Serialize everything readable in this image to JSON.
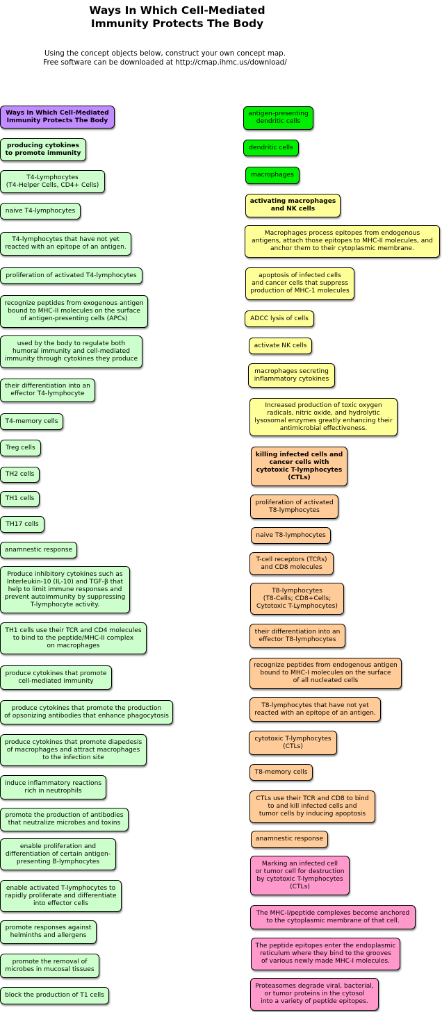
{
  "title": "Ways In Which Cell-Mediated\nImmunity Protects The Body",
  "subtitle": "Using the concept objects below, construct your own concept map.\nFree software can be downloaded at http://cmap.ihmc.us/download/",
  "colors": {
    "purple": "#c08cff",
    "light_green": "#ccffcc",
    "green": "#00ee00",
    "yellow": "#ffff99",
    "orange": "#ffcc99",
    "pink": "#ff99cc"
  },
  "left_column": [
    "Ways In Which Cell-Mediated\nImmunity Protects The Body",
    "producing cytokines\nto promote immunity",
    "T4-Lymphocytes\n(T4-Helper Cells, CD4+ Cells)",
    "naive T4-lymphocytes",
    "T4-lymphocytes that have not yet\nreacted with an epitope of an antigen.",
    "proliferation of activated T4-lymphocytes",
    "recognize peptides from exogenous antigen\nbound to MHC-II molecules on the surface\nof antigen-presenting cells (APCs)",
    "used by the body to regulate both\nhumoral immunity and cell-mediated\nimmunity through cytokines they produce",
    "their differentiation into an\neffector T4-lymphocyte",
    "T4-memory cells",
    "Treg cells",
    "TH2 cells",
    "TH1 cells",
    "TH17 cells",
    "anamnestic response",
    "Produce inhibitory cytokines such as\nInterleukin-10 (IL-10) and TGF-β that\nhelp to limit immune responses and\nprevent autoimmunity by suppressing\nT-lymphocyte activity.",
    "TH1 cells use their TCR and CD4 molecules\nto bind to the peptide/MHC-II complex\non macrophages",
    "produce cytokines that promote\ncell-mediated immunity",
    "produce cytokines that promote the production\nof opsonizing antibodies that enhance phagocytosis",
    "produce cytokines that promote diapedesis\nof macrophages and  attract macrophages\nto the infection site",
    "induce inflammatory reactions\nrich in neutrophils",
    "promote the production of antibodies\nthat neutralize microbes and toxins",
    "enable proliferation and\ndifferentiation of certain antigen-\npresenting B-lymphocytes",
    "enable activated T-lymphocytes to\nrapidly proliferate and differentiate\ninto effector cells",
    "promote responses against\nhelminths and allergens",
    "promote the removal of\nmicrobes in mucosal tissues",
    "block the production of T1 cells"
  ],
  "right_column": [
    "antigen-presenting\ndendritic cells",
    "dendritic cells",
    "macrophages",
    "activating macrophages\nand NK cells",
    "Macrophages process epitopes from endogenous\nantigens,  attach those epitopes to MHC-II molecules, and\nanchor them to their cytoplasmic membrane.",
    "apoptosis of infected cells\nand cancer cells that suppress\nproduction of MHC-1 molecules",
    "ADCC lysis of cells",
    "activate NK cells",
    "macrophages secreting\ninflammatory cytokines",
    "Increased production of toxic oxygen\nradicals, nitric oxide, and hydrolytic\nlysosomal enzymes greatly enhancing their\nantimicrobial effectiveness.",
    "killing infected cells and\ncancer cells with\ncytotoxic T-lymphocytes\n(CTLs)",
    "proliferation of activated\nT8-lymphocytes",
    "naive T8-lymphocytes",
    "T-cell receptors (TCRs)\nand CD8 molecules",
    "T8-lymphocytes\n(T8-Cells; CD8+Cells;\nCytotoxic T-Lymphocytes)",
    "their differentiation into an\neffector T8-lymphocytes",
    "recognize peptides from endogenous antigen\nbound to MHC-I molecules on the surface\nof all nucleated cells",
    "T8-lymphocytes that have not yet\nreacted with an epitope of an antigen.",
    "cytotoxic T-lymphocytes\n(CTLs)",
    "T8-memory cells",
    "CTLs use their TCR and CD8 to bind\nto and kill infected cells and\ntumor cells by inducing apoptosis",
    "anamnestic response",
    "Marking an infected cell\nor tumor cell for destruction\nby cytotoxic T-lymphocytes\n(CTLs)",
    "The MHC-I/peptide complexes become anchored\nto the cytoplasmic membrane of that cell.",
    "The peptide epitopes enter the endoplasmic\nreticulum where they bind to the grooves\nof various newly made MHC-I molecules.",
    "Proteasomes degrade viral, bacterial,\nor tumor proteins in the cytosol\ninto a variety of peptide epitopes."
  ]
}
